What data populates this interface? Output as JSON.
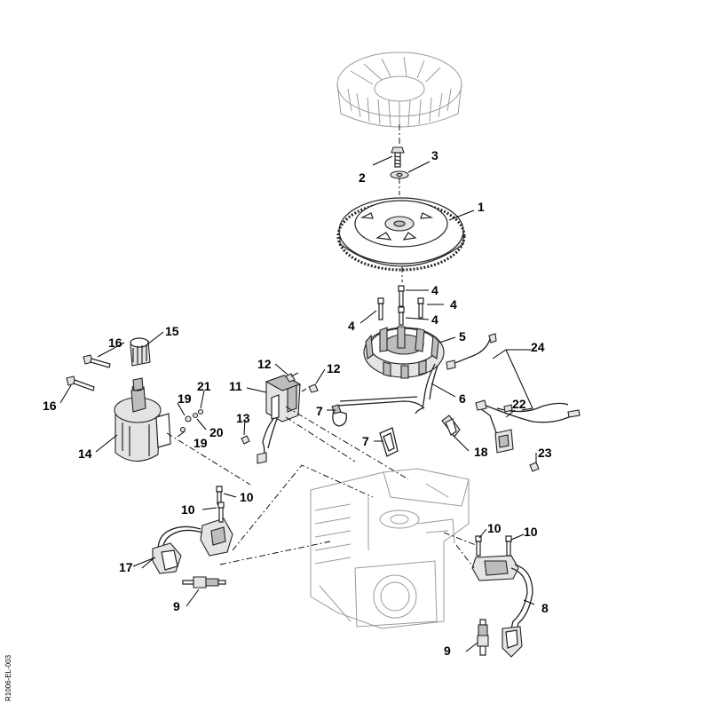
{
  "diagram": {
    "labels": [
      "1",
      "2",
      "3",
      "4",
      "4",
      "4",
      "4",
      "5",
      "6",
      "7",
      "7",
      "8",
      "9",
      "9",
      "10",
      "10",
      "10",
      "10",
      "11",
      "12",
      "12",
      "13",
      "14",
      "15",
      "16",
      "16",
      "17",
      "18",
      "19",
      "19",
      "20",
      "21",
      "22",
      "23",
      "24"
    ],
    "drawing_code": "R1006-EL-003"
  }
}
